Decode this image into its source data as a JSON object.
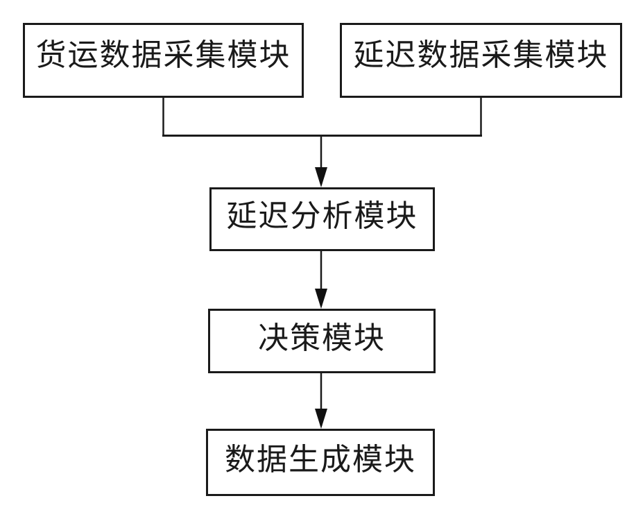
{
  "diagram": {
    "type": "flowchart",
    "colors": {
      "background": "#ffffff",
      "border": "#1a1a1a",
      "text": "#1a1a1a",
      "line": "#1a1a1a"
    },
    "nodes": [
      {
        "id": "freight-data-collection",
        "label": "货运数据采集模块"
      },
      {
        "id": "delay-data-collection",
        "label": "延迟数据采集模块"
      },
      {
        "id": "delay-analysis",
        "label": "延迟分析模块"
      },
      {
        "id": "decision",
        "label": "决策模块"
      },
      {
        "id": "data-generation",
        "label": "数据生成模块"
      }
    ],
    "connections": [
      {
        "from": "freight-data-collection",
        "to": "delay-analysis",
        "arrow": true
      },
      {
        "from": "delay-data-collection",
        "to": "delay-analysis",
        "arrow": true
      },
      {
        "from": "delay-analysis",
        "to": "decision",
        "arrow": true
      },
      {
        "from": "decision",
        "to": "data-generation",
        "arrow": true
      }
    ]
  }
}
